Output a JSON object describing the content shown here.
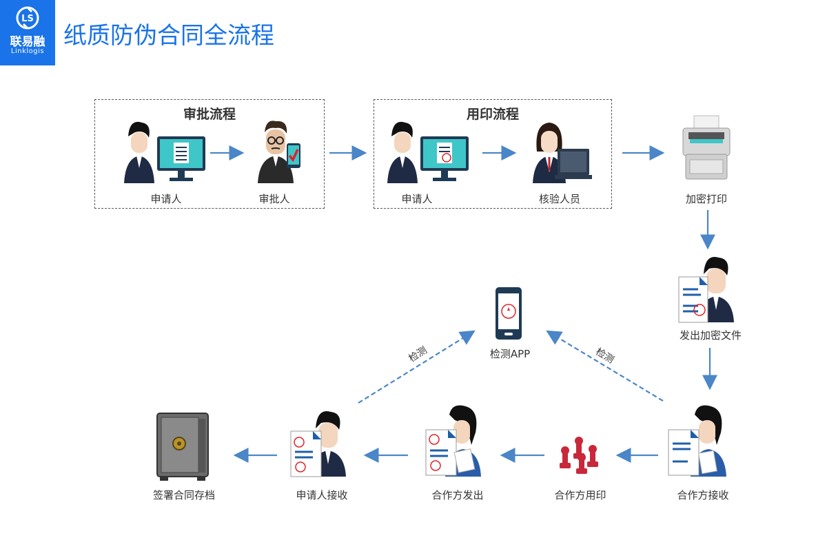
{
  "brand": {
    "name_cn": "联易融",
    "name_en": "Linklogis",
    "color": "#1a73e8"
  },
  "title": "纸质防伪合同全流程",
  "groups": {
    "approval": "审批流程",
    "seal": "用印流程"
  },
  "nodes": {
    "applicant1": "申请人",
    "approver": "审批人",
    "applicant2": "申请人",
    "verifier": "核验人员",
    "print": "加密打印",
    "send": "发出加密文件",
    "partner_receive": "合作方接收",
    "partner_seal": "合作方用印",
    "partner_send": "合作方发出",
    "applicant_receive": "申请人接收",
    "archive": "签署合同存档",
    "app": "检测APP"
  },
  "edges": {
    "detect_left": "检测",
    "detect_right": "检测"
  },
  "colors": {
    "arrow": "#4a86c8",
    "screen": "#3fc6c9"
  }
}
